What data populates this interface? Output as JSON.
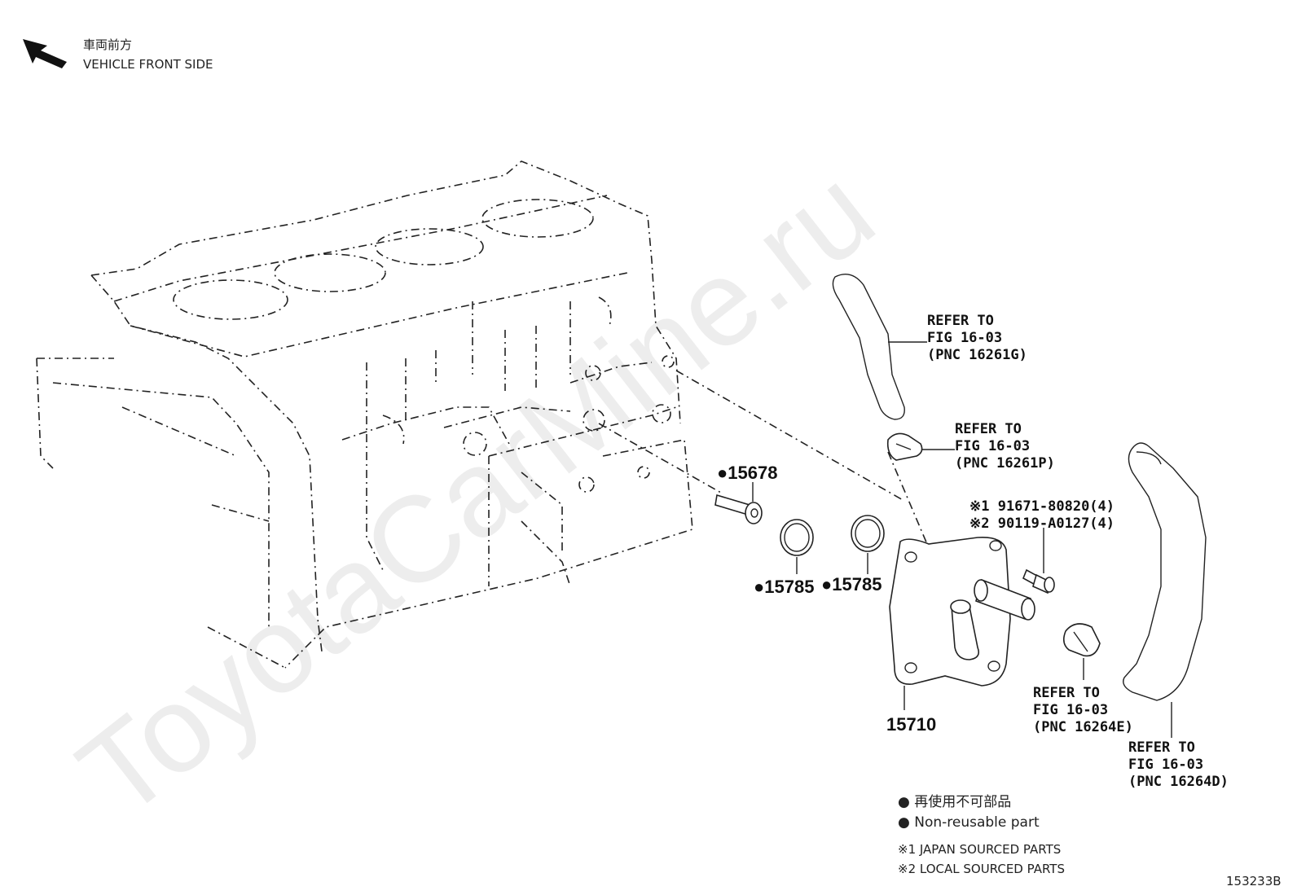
{
  "header": {
    "orientation_jp": "車両前方",
    "orientation_en": "VEHICLE FRONT SIDE"
  },
  "watermark": "ToyotaCarMine.ru",
  "callouts": [
    {
      "id": "hose_upper",
      "lines": [
        "REFER TO",
        "FIG 16-03",
        "(PNC 16261G)"
      ]
    },
    {
      "id": "clamp_upper",
      "lines": [
        "REFER TO",
        "FIG 16-03",
        "(PNC 16261P)"
      ]
    },
    {
      "id": "clamp_lower",
      "lines": [
        "REFER TO",
        "FIG 16-03",
        "(PNC 16264E)"
      ]
    },
    {
      "id": "hose_lower",
      "lines": [
        "REFER TO",
        "FIG 16-03",
        "(PNC 16264D)"
      ]
    }
  ],
  "bolts": {
    "line1": "※1 91671-80820(4)",
    "line2": "※2 90119-A0127(4)"
  },
  "parts": {
    "p15678": "●15678",
    "p15785a": "●15785",
    "p15785b": "●15785",
    "p15710": "15710"
  },
  "legend": {
    "nonreusable_jp": "● 再使用不可部品",
    "nonreusable_en": "● Non-reusable part",
    "japan": "※1 JAPAN SOURCED PARTS",
    "local": "※2 LOCAL SOURCED PARTS"
  },
  "figure_id": "153233B",
  "colors": {
    "line": "#222222",
    "watermark": "#d8d8d8",
    "background": "#ffffff"
  }
}
